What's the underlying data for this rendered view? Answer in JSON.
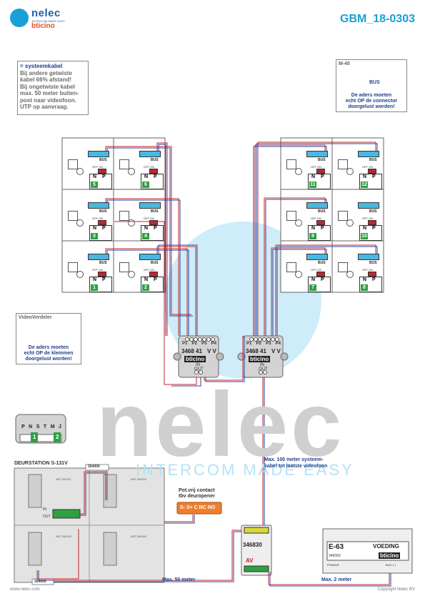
{
  "header": {
    "brand_name": "nelec",
    "brand_tagline": "INTERCOM MADE EASY",
    "brand_partner": "bticino",
    "doc_code": "GBM_18-0303"
  },
  "legend_box": {
    "cable_label": "= systeemkabel",
    "lines": [
      "Bij andere getwiste",
      "kabel 66% afstand!",
      "Bij ongetwiste kabel",
      "max. 50 meter buiten-",
      "post naar videofoon.",
      "UTP op aanvraag."
    ]
  },
  "m40_box": {
    "title": "M-40",
    "bus_label": "BUS",
    "note_lines": [
      "De aders moeten",
      "echt OP de connector",
      "doorgelust worden!"
    ]
  },
  "videoverdeler_box": {
    "title": "VideoVerdeler",
    "note_lines": [
      "De aders moeten",
      "echt OP de klemmen",
      "doorgelust worden!"
    ]
  },
  "handset_labels": {
    "bus": "BUS",
    "off_on": "OFF ON",
    "n": "N",
    "p": "P"
  },
  "left_block_numbers": [
    "5",
    "6",
    "3",
    "4",
    "1",
    "2"
  ],
  "right_block_numbers": [
    "11",
    "12",
    "9",
    "10",
    "7",
    "8"
  ],
  "distributor": {
    "ports": [
      "P1",
      "P2",
      "P3",
      "P4"
    ],
    "model": "3468 41",
    "vv": "V V",
    "brand": "bticino",
    "in_label": "IN",
    "out_label": "OUT"
  },
  "terminal_strip": {
    "labels": [
      "P",
      "N",
      "S",
      "T",
      "M",
      "J"
    ],
    "slot_labels": [
      "1",
      "2"
    ]
  },
  "door_station": {
    "title": "DEURSTATION S-131V",
    "module_code_top": "354000",
    "module_code_bottom": "354000",
    "model_main": "ART.331101",
    "model_aux": "ART.352000",
    "in_label": "IN",
    "out_label": "OUT"
  },
  "relay_contact": {
    "caption_lines": [
      "Pot.vrij contact",
      "tbv deuropener"
    ],
    "terminals": "S- S+ C NC NO"
  },
  "max_system_cable": [
    "Max. 100 meter systeem-",
    "kabel tot laatste videofoon"
  ],
  "interface_346830": {
    "model": "346830",
    "av_label": "AV"
  },
  "power_supply": {
    "model": "E-63",
    "label": "VOEDING",
    "code": "346000",
    "brand": "bticino",
    "primary_label": "PRIMAIR",
    "bus_label": "BUS 1 1"
  },
  "distances": {
    "door_to_interface": "Max. 50 meter",
    "interface_to_psu": "Max. 2 meter"
  },
  "footer": {
    "website": "www.nelec.com",
    "copyright": "Copyright Nelec BV"
  },
  "watermark": {
    "text": "nelec",
    "tagline": "INTERCOM MADE EASY"
  },
  "colors": {
    "accent_blue": "#1aa0d8",
    "brand_orange": "#e94e1b",
    "cable_red": "#c0262d",
    "cable_blue": "#2b3f9a",
    "terminal_green": "#2ea043"
  }
}
